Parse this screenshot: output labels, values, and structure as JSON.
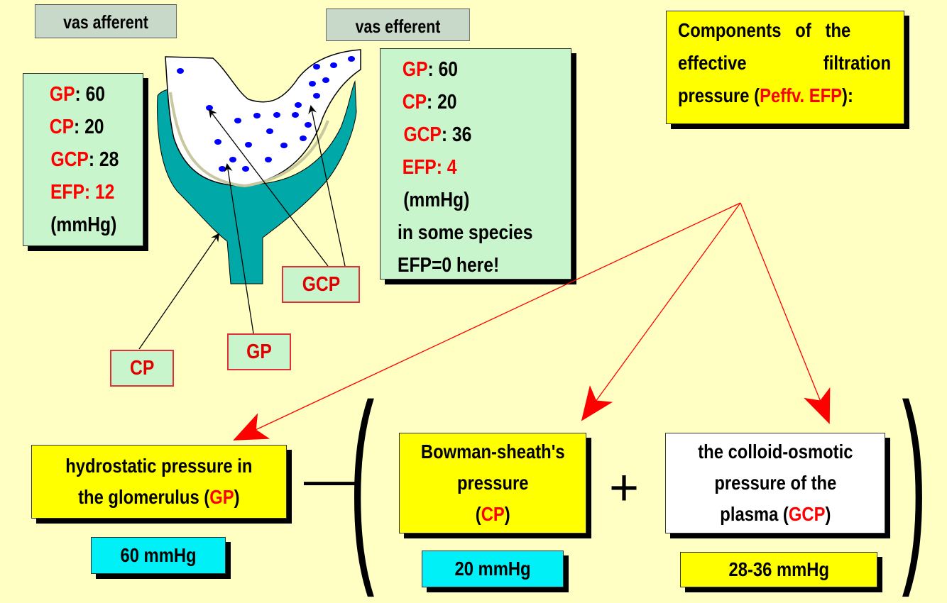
{
  "headers": {
    "afferent": "vas afferent",
    "efferent": "vas efferent"
  },
  "afferent_values": {
    "gp_label": "GP",
    "gp_value": ":  60",
    "cp_label": "CP",
    "cp_value": ": 20",
    "gcp_label": "GCP",
    "gcp_value": ": 28",
    "efp": "EFP: 12",
    "unit": "(mmHg)"
  },
  "efferent_values": {
    "gp_label": "GP",
    "gp_value": ":  60",
    "cp_label": "CP",
    "cp_value": ": 20",
    "gcp_label": "GCP",
    "gcp_value": ": 36",
    "efp": "EFP: 4",
    "unit": "(mmHg)",
    "note1": "in some species",
    "note2": "EFP=0 here!"
  },
  "components": {
    "line1": "Components   of   the",
    "line2a": "effective",
    "line2b": "filtration",
    "line3a": "pressure (",
    "line3b": "Peffv. EFP",
    "line3c": "):"
  },
  "labels": {
    "gcp": "GCP",
    "gp": "GP",
    "cp": "CP"
  },
  "formula": {
    "gp_box_line1": "hydrostatic pressure in",
    "gp_box_line2a": "the glomerulus (",
    "gp_box_line2b": "GP",
    "gp_box_line2c": ")",
    "gp_value": "60 mmHg",
    "minus": "—",
    "cp_box_line1": "Bowman-sheath's",
    "cp_box_line2": "pressure",
    "cp_box_line3a": "(",
    "cp_box_line3b": "CP",
    "cp_box_line3c": ")",
    "cp_value": "20 mmHg",
    "plus": "+",
    "gcp_box_line1": "the colloid-osmotic",
    "gcp_box_line2": "pressure of the",
    "gcp_box_line3a": "plasma (",
    "gcp_box_line3b": "GCP",
    "gcp_box_line3c": ")",
    "gcp_value": "28-36 mmHg",
    "paren_open": "(",
    "paren_close": ")"
  },
  "colors": {
    "background": "#FFFFC4",
    "highlight": "#FF0000",
    "capsule": "#00A8A8",
    "dots": "#0000FF"
  }
}
